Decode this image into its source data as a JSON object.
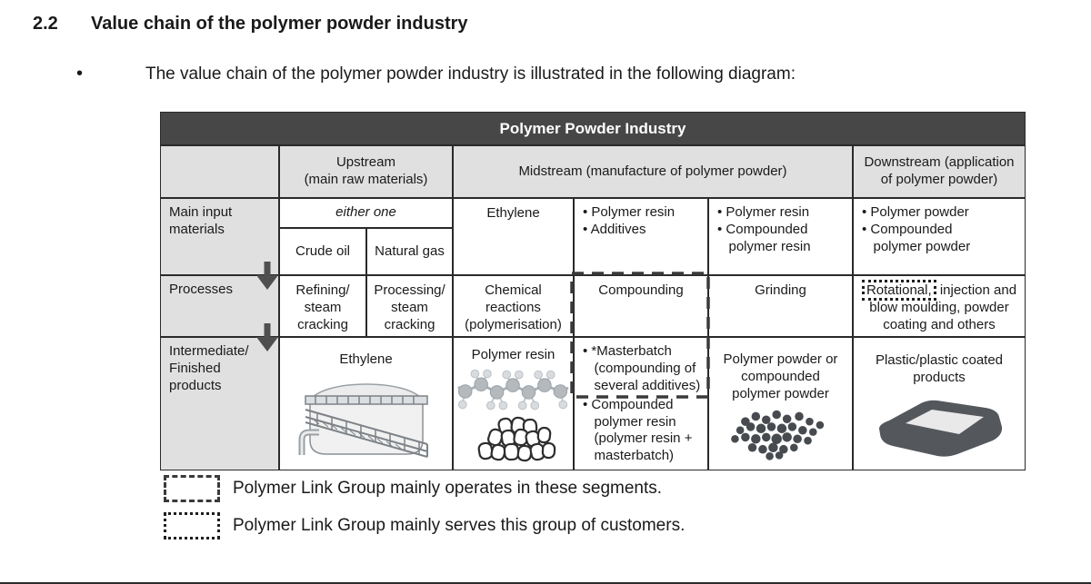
{
  "document": {
    "section_number": "2.2",
    "section_title": "Value chain of the polymer powder industry",
    "bullet_glyph": "•",
    "bullet_text": "The value chain of the polymer powder industry is illustrated in the following diagram:"
  },
  "table": {
    "title": "Polymer Powder Industry",
    "headers": {
      "upstream": "Upstream\n(main raw materials)",
      "midstream": "Midstream (manufacture of polymer powder)",
      "downstream": "Downstream (application\nof polymer powder)"
    },
    "row_labels": {
      "main_input": "Main input\nmaterials",
      "processes": "Processes",
      "intermediate": "Intermediate/\nFinished\nproducts"
    },
    "main_input": {
      "either_one": "either one",
      "crude_oil": "Crude oil",
      "natural_gas": "Natural gas",
      "ethylene": "Ethylene",
      "resin_additives": "• Polymer resin\n• Additives",
      "resin_compounded": "• Polymer resin\n• Compounded\n   polymer resin",
      "powder_compounded": "• Polymer powder\n• Compounded\n   polymer powder"
    },
    "processes": {
      "refining": "Refining/\nsteam\ncracking",
      "processing": "Processing/\nsteam\ncracking",
      "chemical": "Chemical\nreactions\n(polymerisation)",
      "compounding": "Compounding",
      "grinding": "Grinding",
      "downstream_highlighted_word": "Rotational,",
      "downstream_rest": " injection and blow moulding, powder coating and others"
    },
    "intermediate": {
      "ethylene_label": "Ethylene",
      "polymer_resin_label": "Polymer resin",
      "masterbatch": "• *Masterbatch\n   (compounding of\n   several additives)",
      "compounded_resin": "• Compounded\n   polymer resin\n   (polymer resin +\n   masterbatch)",
      "powder": "Polymer powder or\ncompounded\npolymer powder",
      "plastic": "Plastic/plastic coated\nproducts"
    }
  },
  "legend": {
    "dashed_label": "Polymer Link Group mainly operates in these segments.",
    "dotted_label": "Polymer Link Group mainly serves this group of customers."
  },
  "colors": {
    "header_bg": "#474747",
    "header_text": "#ffffff",
    "shade": "#e0e0e0",
    "line": "#2a2a2a",
    "text": "#1a1a1a",
    "marker": "#3a3a3a",
    "ink": "#4a4e53"
  }
}
